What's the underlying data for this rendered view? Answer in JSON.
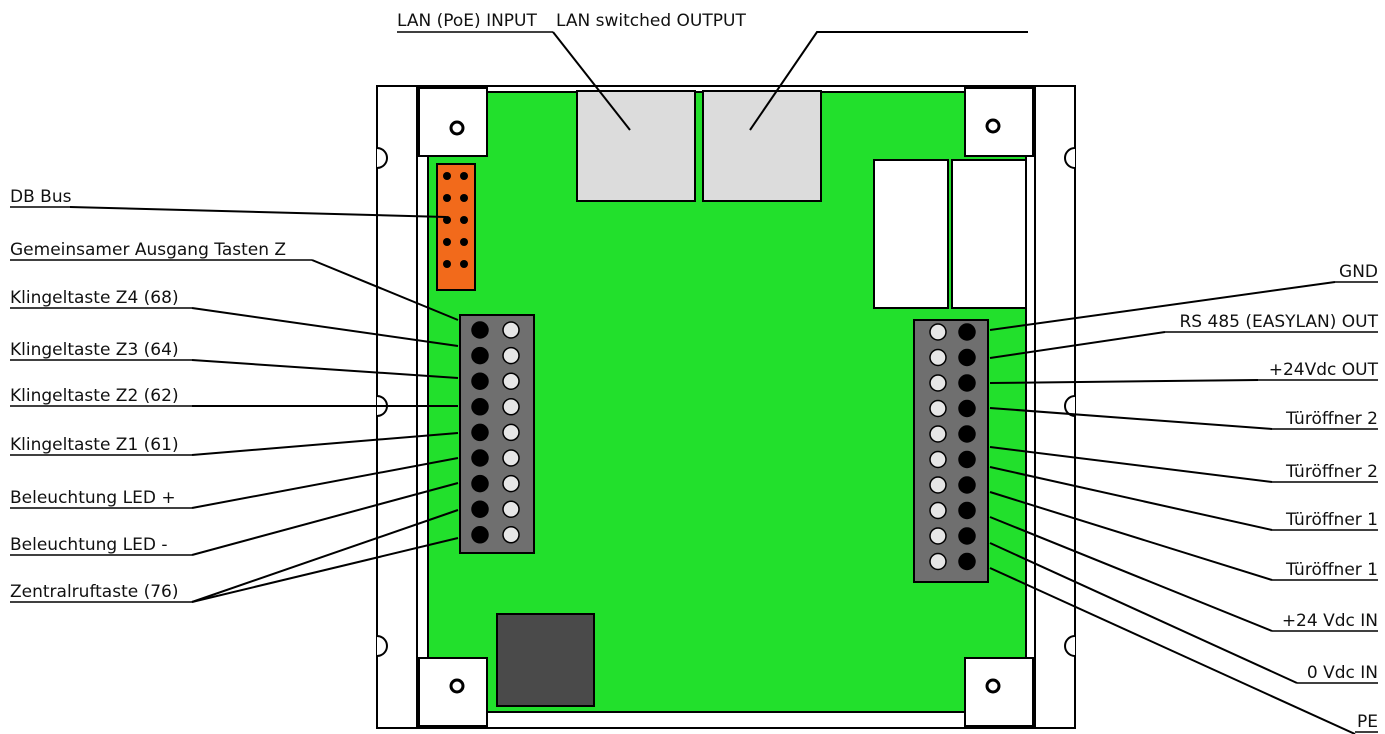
{
  "labels": {
    "top_lan_poe_input": "LAN (PoE) INPUT",
    "top_lan_switched_output": "LAN switched OUTPUT",
    "left": [
      "DB Bus",
      "Gemeinsamer Ausgang Tasten Z",
      "Klingeltaste Z4 (68)",
      "Klingeltaste Z3 (64)",
      "Klingeltaste Z2 (62)",
      "Klingeltaste Z1 (61)",
      "Beleuchtung LED +",
      "Beleuchtung LED -",
      "Zentralruftaste (76)"
    ],
    "right": [
      "GND",
      "RS 485 (EASYLAN) OUT",
      "+24Vdc OUT",
      "Türöffner 2",
      "Türöffner 2",
      "Türöffner 1",
      "Türöffner 1",
      "+24 Vdc IN",
      "0 Vdc IN",
      "PE"
    ]
  },
  "colors": {
    "board": "#22e02c",
    "db_bus_connector": "#f26a1b",
    "terminal_block": "#6f6f6f",
    "module": "#4a4a4a",
    "ports": "#dcdcdc"
  }
}
